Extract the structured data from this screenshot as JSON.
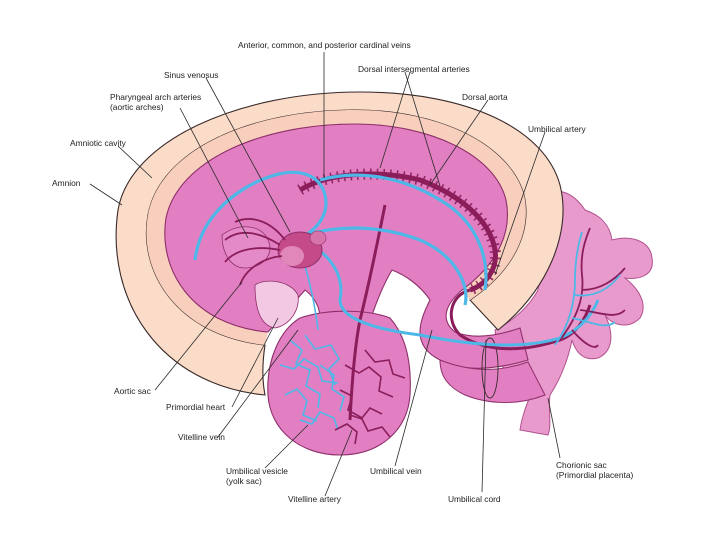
{
  "labels": {
    "cardinal_veins": "Anterior, common, and posterior cardinal veins",
    "sinus_venosus": "Sinus venosus",
    "dorsal_intersegmental_arteries": "Dorsal intersegmental arteries",
    "pharyngeal_arch_arteries_1": "Pharyngeal arch arteries",
    "pharyngeal_arch_arteries_2": "(aortic arches)",
    "dorsal_aorta": "Dorsal aorta",
    "umbilical_artery": "Umbilical artery",
    "amniotic_cavity": "Amniotic cavity",
    "amnion": "Amnion",
    "chorionic_sac_1": "Chorionic sac",
    "chorionic_sac_2": "(Primordial placenta)",
    "aortic_sac": "Aortic sac",
    "primordial_heart": "Primordial heart",
    "vitelline_vein": "Vitelline vein",
    "umbilical_vesicle_1": "Umbilical vesicle",
    "umbilical_vesicle_2": "(yolk sac)",
    "umbilical_vein": "Umbilical vein",
    "vitelline_artery": "Vitelline artery",
    "umbilical_cord": "Umbilical cord"
  },
  "colors": {
    "amnion_band": "#fbdcc9",
    "embryo_pink": "#e27fc2",
    "tissue_outline": "#8e2f6a",
    "artery": "#8b1e5a",
    "vein": "#4db8e8",
    "heart": "#c44a8a",
    "leader_line": "#2a2a2a"
  }
}
